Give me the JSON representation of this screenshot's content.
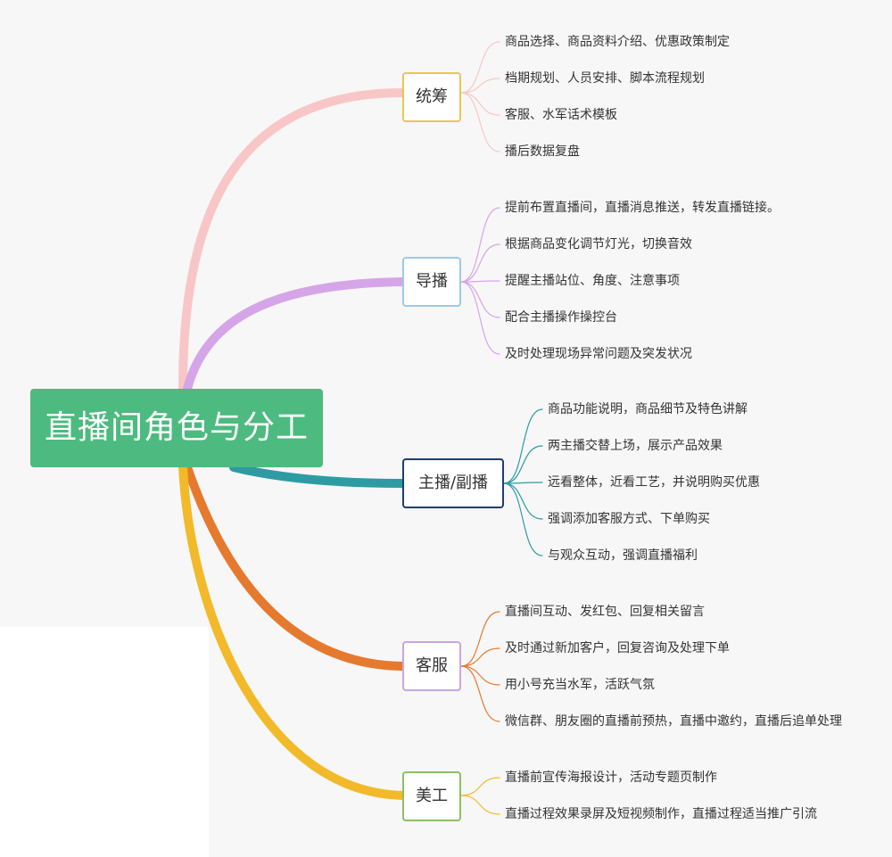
{
  "root": {
    "label": "直播间角色与分工",
    "color": "#4dba7f"
  },
  "branches": [
    {
      "label": "统筹",
      "color": "#f9c6c7",
      "border": "#e9c64f",
      "items": [
        "商品选择、商品资料介绍、优惠政策制定",
        "档期规划、人员安排、脚本流程规划",
        "客服、水军话术模板",
        "播后数据复盘"
      ]
    },
    {
      "label": "导播",
      "color": "#d6a5e8",
      "border": "#9ec9e6",
      "items": [
        "提前布置直播间，直播消息推送，转发直播链接。",
        "根据商品变化调节灯光，切换音效",
        "提醒主播站位、角度、注意事项",
        "配合主播操作操控台",
        "及时处理现场异常问题及突发状况"
      ]
    },
    {
      "label": "主播/副播",
      "color": "#2e9ba3",
      "border": "#1f3e6e",
      "items": [
        "商品功能说明，商品细节及特色讲解",
        "两主播交替上场，展示产品效果",
        "远看整体，近看工艺，并说明购买优惠",
        "强调添加客服方式、下单购买",
        "与观众互动，强调直播福利"
      ]
    },
    {
      "label": "客服",
      "color": "#e57a2f",
      "border": "#c9a6e0",
      "items": [
        "直播间互动、发红包、回复相关留言",
        "及时通过新加客户，回复咨询及处理下单",
        "用小号充当水军，活跃气氛",
        "微信群、朋友圈的直播前预热，直播中邀约，直播后追单处理"
      ]
    },
    {
      "label": "美工",
      "color": "#f2ba2a",
      "border": "#8cc063",
      "items": [
        "直播前宣传海报设计，活动专题页制作",
        "直播过程效果录屏及短视频制作，直播过程适当推广引流"
      ]
    }
  ]
}
